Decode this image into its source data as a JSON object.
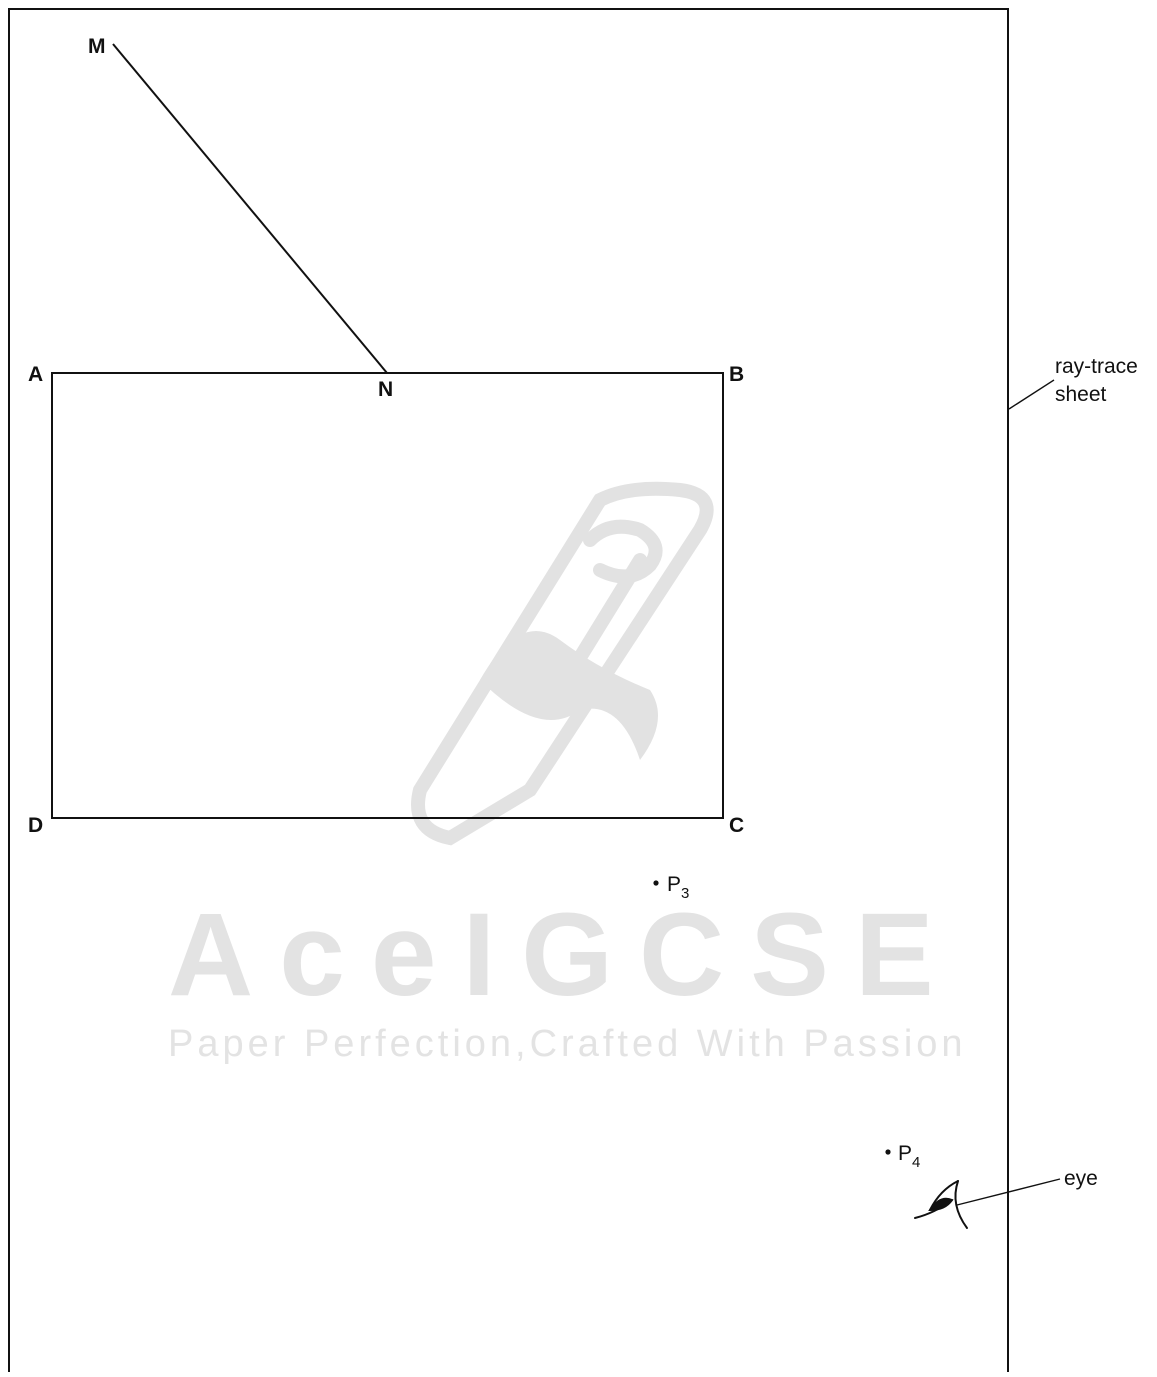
{
  "diagram": {
    "points": {
      "A": "A",
      "B": "B",
      "C": "C",
      "D": "D",
      "M": "M",
      "N": "N"
    },
    "pins": [
      {
        "letter": "P",
        "subscript": "3"
      },
      {
        "letter": "P",
        "subscript": "4"
      }
    ],
    "labels": {
      "sheet_line1": "ray-trace",
      "sheet_line2": "sheet",
      "eye": "eye"
    },
    "watermark": {
      "title": "AceIGCSE",
      "tagline": "Paper Perfection,Crafted With Passion"
    }
  }
}
